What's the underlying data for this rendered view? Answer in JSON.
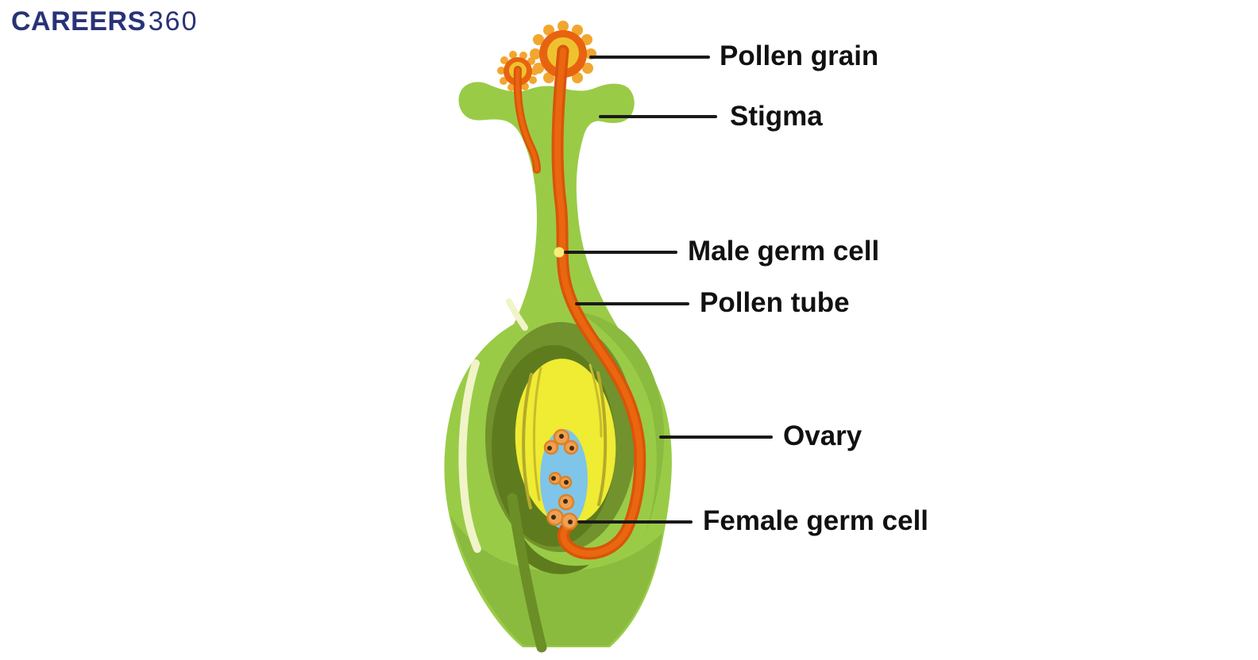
{
  "brand": {
    "name": "CAREERS",
    "suffix": "360"
  },
  "labels": [
    {
      "text": "Pollen grain"
    },
    {
      "text": "Stigma"
    },
    {
      "text": "Male germ cell"
    },
    {
      "text": "Pollen tube"
    },
    {
      "text": "Ovary"
    },
    {
      "text": "Female germ cell"
    }
  ],
  "colors": {
    "background": "#ffffff",
    "label_text": "#111111",
    "leader_line": "#1a1a1a",
    "logo_navy": "#283377",
    "pistil_green": "#9acb47",
    "pistil_green_shade": "#8abb3e",
    "ovary_ring_olive": "#71922c",
    "ovary_ring_deep": "#5e7c1e",
    "ovule_yellow": "#f0eb33",
    "ovule_streak": "#b3aa2a",
    "ovule_streak_light": "#c6bd2c",
    "embryo_sac_blue": "#7fc5e9",
    "pollen_tube_orange": "#d8550b",
    "pollen_tube_light": "#ea660f",
    "pollen_grain_ring": "#e8630f",
    "pollen_grain_core": "#eec22f",
    "pollen_spike_amber": "#f2a62f",
    "male_germ_cell_yellow": "#f6ee79",
    "germ_cell_orange": "#efa052",
    "germ_cell_outline": "#dd8226",
    "germ_cell_dot": "#3f2a10",
    "funiculus_olive": "#6b8e26",
    "highlight_cream": "#f1f3c9"
  }
}
